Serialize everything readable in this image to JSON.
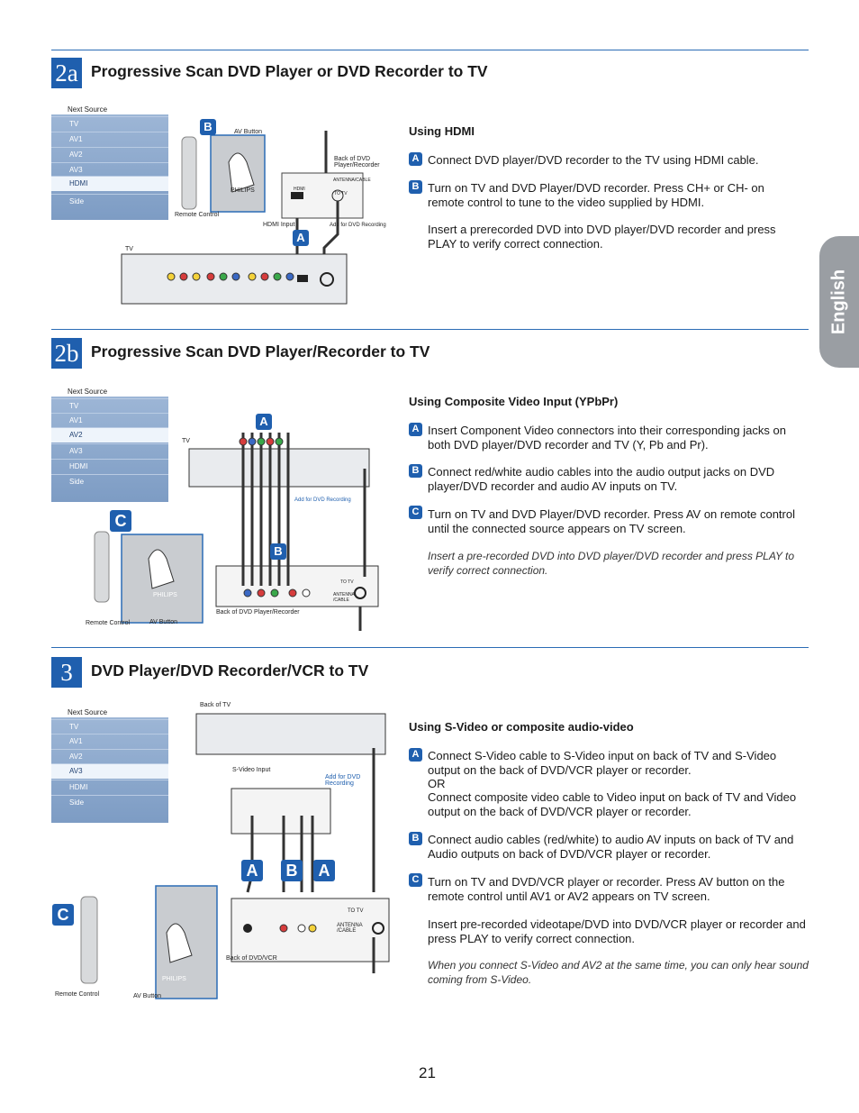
{
  "side_tab": "English",
  "page_number": "21",
  "sections": [
    {
      "badge": "2a",
      "title": "Progressive Scan DVD Player or DVD Recorder to TV",
      "menu": {
        "header": "Next Source",
        "items": [
          "TV",
          "AV1",
          "AV2",
          "AV3",
          "HDMI",
          "Side"
        ],
        "selected": "HDMI"
      },
      "labels": {
        "av_button": "AV Button",
        "remote": "Remote Control",
        "back_of_dvd": "Back of DVD Player/Recorder",
        "hdmi": "HDMI",
        "antenna": "ANTENNA/CABLE",
        "totv": "TO TV",
        "hdmi_input": "HDMI Input",
        "add_for": "Add for DVD Recording",
        "tv": "TV",
        "brand": "PHILIPS",
        "callout_a": "A",
        "callout_b": "B"
      },
      "heading": "Using HDMI",
      "steps": [
        {
          "letter": "A",
          "text": "Connect DVD player/DVD recorder to the TV using HDMI cable."
        },
        {
          "letter": "B",
          "text": "Turn on TV and DVD Player/DVD recorder. Press CH+ or CH- on remote control to tune to the video supplied by HDMI."
        }
      ],
      "note": "Insert a prerecorded DVD into DVD player/DVD recorder and press PLAY to verify correct connection."
    },
    {
      "badge": "2b",
      "title": "Progressive Scan DVD Player/Recorder to TV",
      "menu": {
        "header": "Next Source",
        "items": [
          "TV",
          "AV1",
          "AV2",
          "AV3",
          "HDMI",
          "Side"
        ],
        "selected": "AV2"
      },
      "labels": {
        "tv": "TV",
        "add_for": "Add for DVD Recording",
        "totv": "TO TV",
        "antenna": "ANTENNA /CABLE",
        "back_of_dvd": "Back of DVD Player/Recorder",
        "remote": "Remote Control",
        "av_button": "AV Button",
        "brand": "PHILIPS",
        "callout_a": "A",
        "callout_b": "B",
        "callout_c": "C"
      },
      "heading": "Using Composite Video Input (YPbPr)",
      "steps": [
        {
          "letter": "A",
          "text": "Insert Component Video connectors into their corresponding jacks on both DVD player/DVD recorder and TV (Y, Pb and Pr)."
        },
        {
          "letter": "B",
          "text": "Connect red/white audio cables into the audio output jacks on DVD player/DVD recorder and audio AV inputs on TV."
        },
        {
          "letter": "C",
          "text": "Turn on TV and DVD Player/DVD recorder. Press AV on remote control until the connected source appears on TV screen."
        }
      ],
      "note": "Insert a pre-recorded DVD into DVD player/DVD recorder and press PLAY to verify correct connection."
    },
    {
      "badge": "3",
      "title": "DVD Player/DVD Recorder/VCR to TV",
      "menu": {
        "header": "Next Source",
        "items": [
          "TV",
          "AV1",
          "AV2",
          "AV3",
          "HDMI",
          "Side"
        ],
        "selected": "AV3"
      },
      "labels": {
        "back_of_tv": "Back of TV",
        "svideo_input": "S-Video Input",
        "add_for": "Add for DVD Recording",
        "back_of_dvd_vcr": "Back of DVD/VCR",
        "totv": "TO TV",
        "antenna": "ANTENNA /CABLE",
        "remote": "Remote Control",
        "av_button": "AV Button",
        "brand": "PHILIPS",
        "callout_a": "A",
        "callout_b": "B",
        "callout_c": "C"
      },
      "heading": "Using S-Video or composite audio-video",
      "steps": [
        {
          "letter": "A",
          "text": "Connect S-Video cable to S-Video input on back of TV and S-Video output on the back of DVD/VCR player or recorder.",
          "or": "OR",
          "text2": "Connect composite video cable to Video input on back of TV and Video output on the back of DVD/VCR player or recorder."
        },
        {
          "letter": "B",
          "text": "Connect audio cables (red/white) to audio AV inputs on back of TV and Audio outputs on back of DVD/VCR player or recorder."
        },
        {
          "letter": "C",
          "text": "Turn on TV and DVD/VCR player or recorder. Press AV button on the remote control until AV1 or AV2  appears on TV screen."
        }
      ],
      "note": "Insert pre-recorded videotape/DVD into DVD/VCR player or recorder and press PLAY to verify correct connection.",
      "note_italic": "When you connect S-Video and AV2 at the same time, you can only hear sound coming from S-Video."
    }
  ]
}
